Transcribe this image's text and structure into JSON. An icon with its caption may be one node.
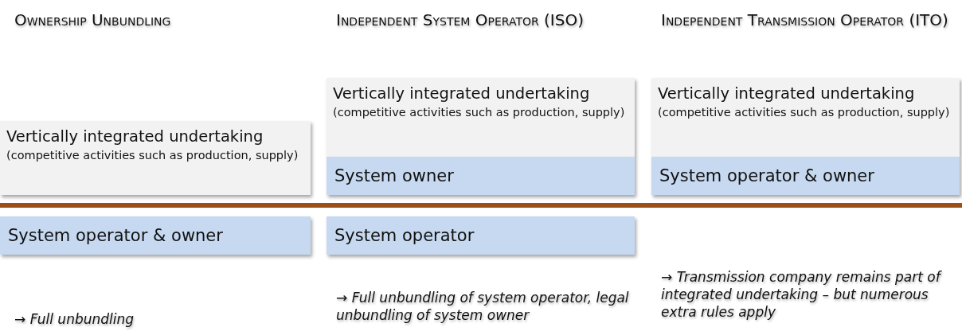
{
  "diagram": {
    "nodes": [
      {
        "text": [
          "Vertically integrated undertaking",
          "(competitive activities such as production, supply)"
        ]
      },
      {
        "text": [
          "Vertically integrated undertaking",
          "(competitive activities such as production, supply)"
        ]
      },
      {
        "text": [
          "Vertically integrated undertaking",
          "(competitive activities such as production, supply)"
        ]
      },
      {
        "text": [
          "System owner"
        ]
      },
      {
        "text": [
          "System operator & owner"
        ]
      },
      {
        "text": [
          "System operator & owner"
        ]
      },
      {
        "text": [
          "System operator"
        ]
      }
    ],
    "labels": [
      "Ownership Unbundling",
      "Independent System Operator (ISO)",
      "Independent Transmission Operator (ITO)",
      "→ Full unbundling",
      "→ Full unbundling of system operator, legal unbundling of system owner",
      "→ Transmission company remains part of integrated undertaking – but numerous extra rules apply"
    ]
  }
}
